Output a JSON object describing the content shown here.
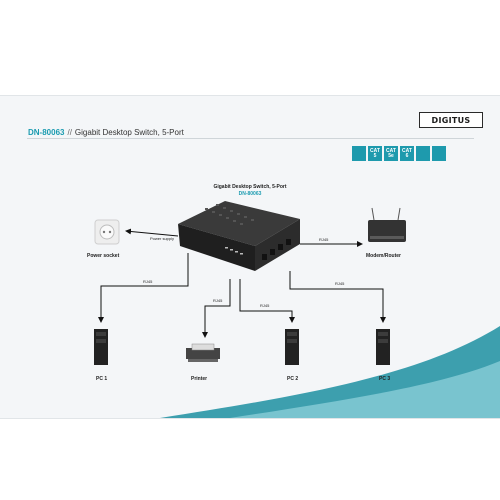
{
  "brand": {
    "logo_text": "DIGITUS"
  },
  "header": {
    "code": "DN-80063",
    "separator": "//",
    "product": "Gigabit Desktop Switch, 5-Port"
  },
  "badges": [
    {
      "top": "",
      "main": ""
    },
    {
      "top": "",
      "main": "CAT 5"
    },
    {
      "top": "",
      "main": "CAT 5e"
    },
    {
      "top": "",
      "main": "CAT 6"
    },
    {
      "top": "",
      "main": ""
    },
    {
      "top": "",
      "main": ""
    }
  ],
  "diagram": {
    "switch_title": "Gigabit Desktop Switch, 5-Port",
    "switch_code": "DN-80063",
    "power_supply_label": "Power supply",
    "power_socket_label": "Power socket",
    "modem_label": "Modem/Router",
    "rj45_label": "RJ45",
    "devices": {
      "pc1": "PC 1",
      "printer": "Printer",
      "pc2": "PC 2",
      "pc3": "PC 3"
    }
  },
  "colors": {
    "accent": "#1a9bb0",
    "arrow": "#111111",
    "switch": "#2b2b2b"
  }
}
